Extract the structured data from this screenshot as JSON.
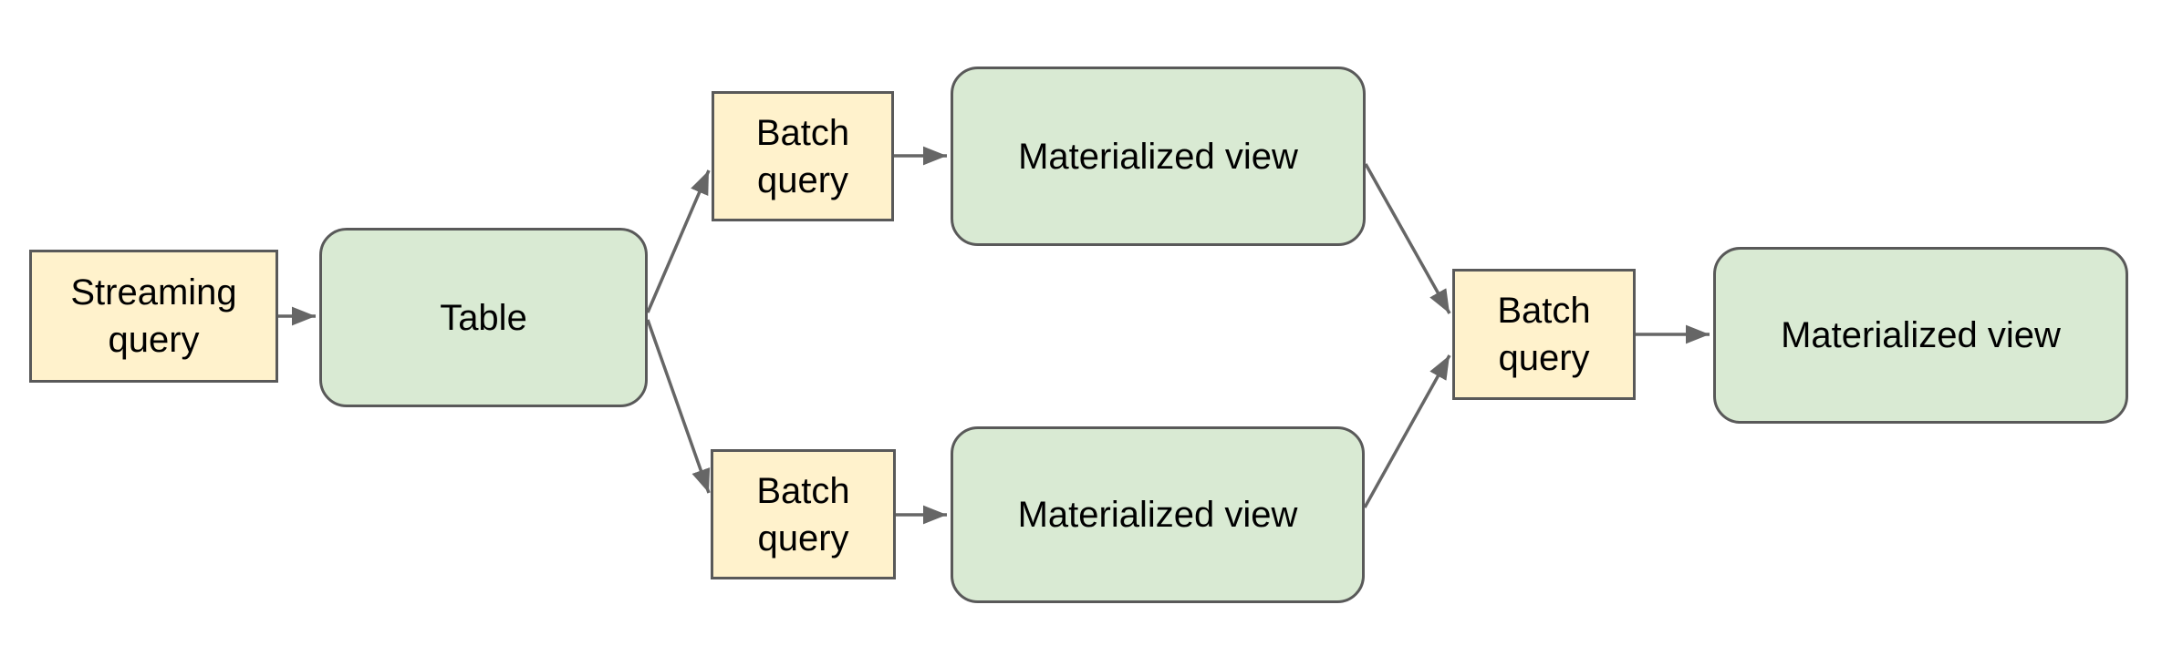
{
  "diagram": {
    "type": "flowchart",
    "nodes": [
      {
        "id": "streaming-query",
        "label": "Streaming query",
        "kind": "query"
      },
      {
        "id": "table",
        "label": "Table",
        "kind": "table"
      },
      {
        "id": "batch-query-top",
        "label": "Batch query",
        "kind": "query"
      },
      {
        "id": "materialized-view-top",
        "label": "Materialized view",
        "kind": "view"
      },
      {
        "id": "batch-query-bottom",
        "label": "Batch query",
        "kind": "query"
      },
      {
        "id": "materialized-view-bottom",
        "label": "Materialized view",
        "kind": "view"
      },
      {
        "id": "batch-query-right",
        "label": "Batch query",
        "kind": "query"
      },
      {
        "id": "materialized-view-right",
        "label": "Materialized view",
        "kind": "view"
      }
    ],
    "edges": [
      {
        "from": "streaming-query",
        "to": "table"
      },
      {
        "from": "table",
        "to": "batch-query-top"
      },
      {
        "from": "table",
        "to": "batch-query-bottom"
      },
      {
        "from": "batch-query-top",
        "to": "materialized-view-top"
      },
      {
        "from": "batch-query-bottom",
        "to": "materialized-view-bottom"
      },
      {
        "from": "materialized-view-top",
        "to": "batch-query-right"
      },
      {
        "from": "materialized-view-bottom",
        "to": "batch-query-right"
      },
      {
        "from": "batch-query-right",
        "to": "materialized-view-right"
      }
    ],
    "colors": {
      "query_fill": "#fff2cc",
      "view_fill": "#d9ead3",
      "stroke": "#595959",
      "arrow": "#666666",
      "text": "#000000",
      "background": "#ffffff"
    }
  }
}
